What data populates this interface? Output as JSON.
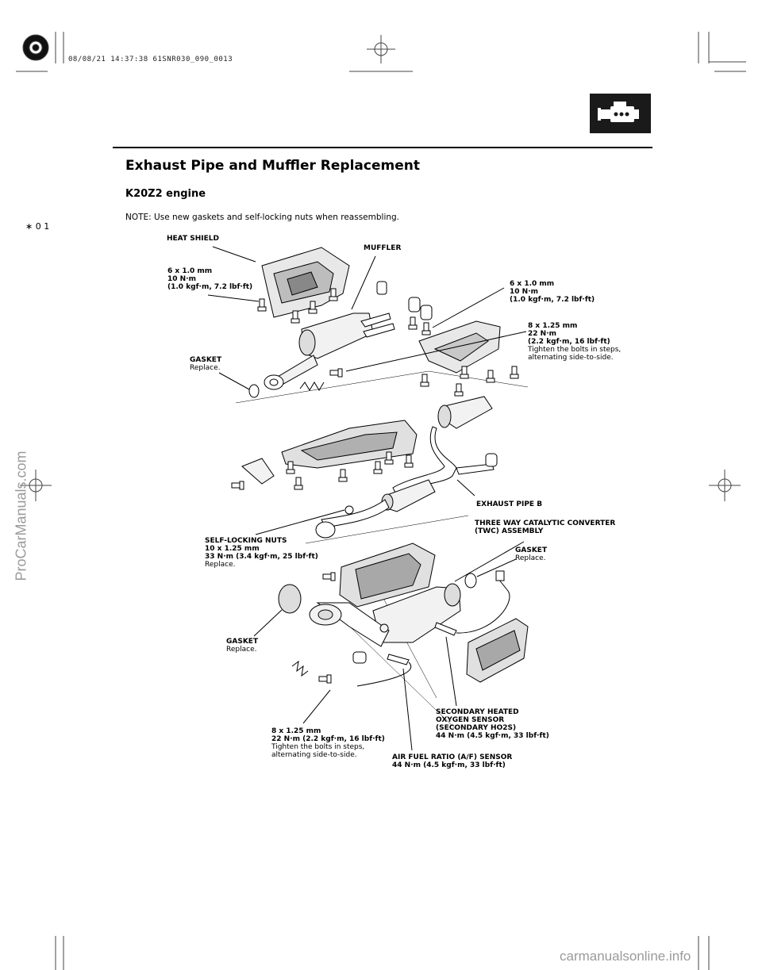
{
  "print_stamp": "08/08/21 14:37:38 61SNR030_090_0013",
  "section_icon": "engine-icon",
  "page_title": "Exhaust Pipe and Muffler Replacement",
  "subtitle": "K20Z2 engine",
  "note": "NOTE: Use new gaskets and self-locking nuts when reassembling.",
  "side_marker": "∗ 0 1",
  "watermark_side": "ProCarManuals.com",
  "watermark_bottom": "carmanualsonline.info",
  "labels": {
    "heat_shield": "HEAT SHIELD",
    "muffler": "MUFFLER",
    "bolt_left": [
      "6 x 1.0 mm",
      "10 N·m",
      "(1.0 kgf·m, 7.2 lbf·ft)"
    ],
    "bolt_right": [
      "6 x 1.0 mm",
      "10 N·m",
      "(1.0 kgf·m, 7.2 lbf·ft)"
    ],
    "bolt_8_upper": [
      "8 x 1.25 mm",
      "22 N·m",
      "(2.2 kgf·m, 16 lbf·ft)"
    ],
    "bolt_8_upper_note": [
      "Tighten the bolts in steps,",
      "alternating side-to-side."
    ],
    "gasket_upper": "GASKET",
    "gasket_upper_note": "Replace.",
    "exhaust_pipe_b": "EXHAUST PIPE B",
    "twc": [
      "THREE WAY CATALYTIC CONVERTER",
      "(TWC) ASSEMBLY"
    ],
    "gasket_right": "GASKET",
    "gasket_right_note": "Replace.",
    "self_locking": [
      "SELF-LOCKING NUTS",
      "10 x 1.25 mm",
      "33 N·m (3.4 kgf·m, 25 lbf·ft)"
    ],
    "self_locking_note": "Replace.",
    "gasket_lower": "GASKET",
    "gasket_lower_note": "Replace.",
    "secondary_sensor": [
      "SECONDARY HEATED",
      "OXYGEN SENSOR",
      "(SECONDARY HO2S)",
      "44 N·m (4.5 kgf·m, 33 lbf·ft)"
    ],
    "bolt_8_lower": [
      "8 x 1.25 mm",
      "22 N·m (2.2 kgf·m, 16 lbf·ft)"
    ],
    "bolt_8_lower_note": [
      "Tighten the bolts in steps,",
      "alternating side-to-side."
    ],
    "af_sensor": [
      "AIR FUEL RATIO (A/F) SENSOR",
      "44 N·m  (4.5 kgf·m, 33 lbf·ft)"
    ]
  }
}
